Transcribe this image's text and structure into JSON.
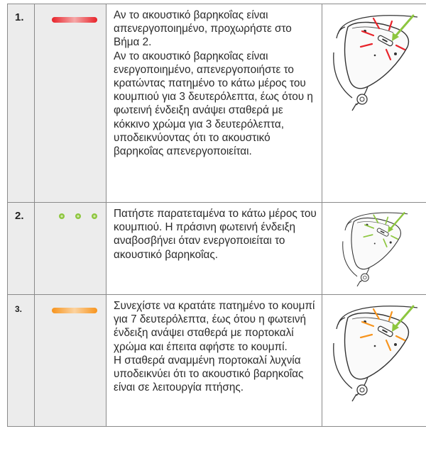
{
  "colors": {
    "red": "#e8232a",
    "green": "#8dc63f",
    "orange": "#f7941d",
    "cell_bg": "#ececec"
  },
  "steps": [
    {
      "number": "1.",
      "indicator": "red-bar",
      "paragraphs": [
        "Αν το ακουστικό βαρηκοΐας είναι απενεργοποιημένο, προχωρήστε στο Βήμα 2.",
        "Αν το ακουστικό βαρηκοΐας είναι ενεργοποιημένο, απενεργοποιήστε το κρατώντας πατημένο το κάτω μέρος του κουμπιού για 3 δευτερόλεπτα, έως ότου η φωτεινή ένδειξη ανάψει σταθερά με κόκκινο χρώμα για 3 δευτερόλεπτα, υποδεικνύοντας ότι το ακουστικό βαρηκοΐας απενεργοποιείται."
      ],
      "icon": "hearing-aid-red-light-icon"
    },
    {
      "number": "2.",
      "indicator": "green-dots",
      "paragraphs": [
        "Πατήστε παρατεταμένα το κάτω μέρος του κουμπιού. Η πράσινη φωτεινή ένδειξη αναβοσβήνει όταν ενεργοποιείται το ακουστικό βαρηκοΐας."
      ],
      "icon": "hearing-aid-green-light-icon"
    },
    {
      "number": "3.",
      "indicator": "orange-bar",
      "paragraphs": [
        "Συνεχίστε να κρατάτε πατημένο το κουμπί για 7 δευτερόλεπτα, έως ότου η φωτεινή ένδειξη ανάψει σταθερά με πορτοκαλί χρώμα και έπειτα αφήστε το κουμπί.",
        "Η σταθερά αναμμένη πορτοκαλί λυχνία υποδεικνύει ότι το ακουστικό βαρηκοΐας είναι σε λειτουργία πτήσης."
      ],
      "icon": "hearing-aid-orange-light-icon"
    }
  ]
}
